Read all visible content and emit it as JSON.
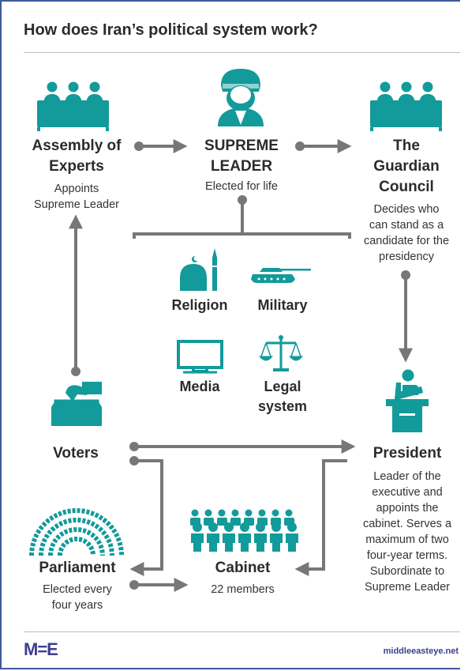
{
  "title": "How does Iran’s political system work?",
  "nodes": {
    "assembly": {
      "heading_1": "Assembly of",
      "heading_2": "Experts",
      "desc_1": "Appoints",
      "desc_2": "Supreme Leader"
    },
    "supreme_leader": {
      "heading_1": "SUPREME",
      "heading_2": "LEADER",
      "desc_1": "Elected for life"
    },
    "guardian": {
      "heading_1": "The",
      "heading_2": "Guardian",
      "heading_3": "Council",
      "desc_1": "Decides who",
      "desc_2": "can stand as a",
      "desc_3": "candidate for the",
      "desc_4": "presidency"
    },
    "voters": {
      "heading_1": "Voters"
    },
    "president": {
      "heading_1": "President",
      "desc_1": "Leader of the",
      "desc_2": "executive and",
      "desc_3": "appoints the",
      "desc_4": "cabinet. Serves a",
      "desc_5": "maximum of two",
      "desc_6": "four-year terms.",
      "desc_7": "Subordinate to",
      "desc_8": "Supreme Leader"
    },
    "parliament": {
      "heading_1": "Parliament",
      "desc_1": "Elected every",
      "desc_2": "four years"
    },
    "cabinet": {
      "heading_1": "Cabinet",
      "desc_1": "22 members"
    }
  },
  "domains": {
    "religion": "Religion",
    "military": "Military",
    "media": "Media",
    "legal_1": "Legal",
    "legal_2": "system"
  },
  "footer": {
    "logo": "M=E",
    "site": "middleeasteye.net"
  },
  "colors": {
    "teal": "#139a9a",
    "line": "#777777",
    "frame": "#3d5a99",
    "text": "#2b2b2b",
    "brand": "#3d3d8f"
  },
  "icons": [
    "assembly-icon",
    "cleric-icon",
    "council-icon",
    "mosque-icon",
    "tank-icon",
    "tv-icon",
    "scales-icon",
    "ballot-box-icon",
    "podium-icon",
    "parliament-hemicycle-icon",
    "cabinet-people-icon"
  ]
}
